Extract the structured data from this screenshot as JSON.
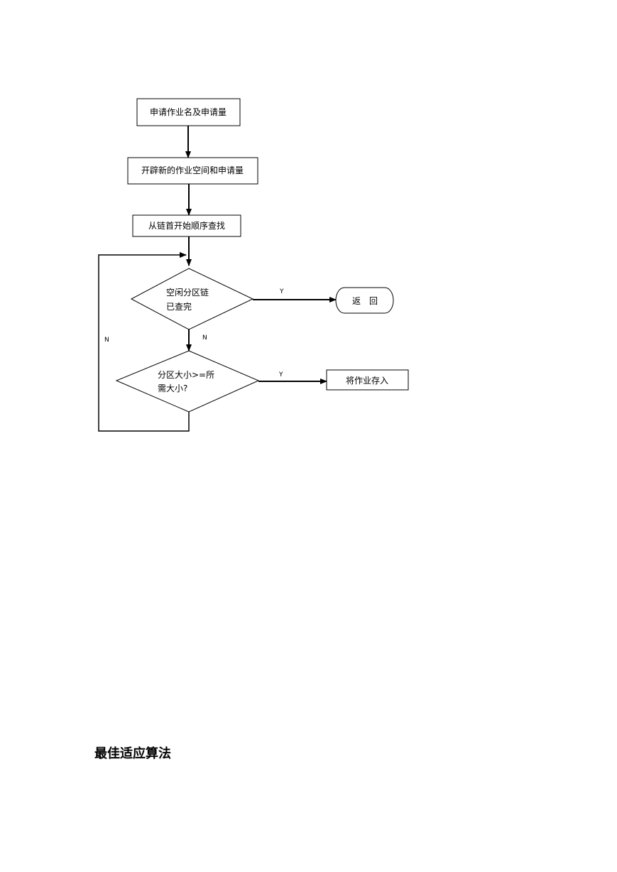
{
  "flowchart": {
    "nodes": {
      "apply": {
        "label": "申请作业名及申请量"
      },
      "allocate": {
        "label": "开辟新的作业空间和申请量"
      },
      "search": {
        "label": "从链首开始顺序查找"
      },
      "check_end": {
        "lines": [
          "空闲分区链",
          "已查完"
        ]
      },
      "return": {
        "label": "返　回"
      },
      "check_size": {
        "lines": [
          "分区大小>=所",
          "需大小?"
        ]
      },
      "store": {
        "label": "将作业存入"
      }
    },
    "edges": {
      "end_yes": "Y",
      "end_no": "N",
      "size_yes": "Y",
      "size_no": "N"
    }
  },
  "section": {
    "heading": "最佳适应算法"
  }
}
